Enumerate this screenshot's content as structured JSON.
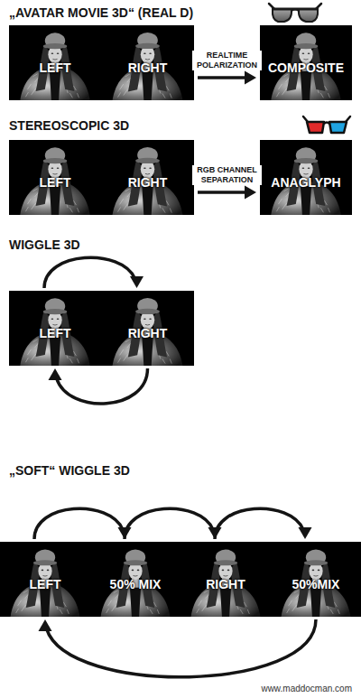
{
  "diagram": {
    "nodes": [
      {
        "text": [
          "LEFT"
        ]
      },
      {
        "text": [
          "RIGHT"
        ]
      },
      {
        "text": [
          "COMPOSITE"
        ]
      },
      {
        "text": [
          "LEFT"
        ]
      },
      {
        "text": [
          "RIGHT"
        ]
      },
      {
        "text": [
          "ANAGLYPH"
        ]
      },
      {
        "text": [
          "LEFT"
        ]
      },
      {
        "text": [
          "RIGHT"
        ]
      },
      {
        "text": [
          "LEFT"
        ]
      },
      {
        "text": [
          "50% MIX"
        ]
      },
      {
        "text": [
          "RIGHT"
        ]
      },
      {
        "text": [
          "50%MIX"
        ]
      }
    ],
    "edges": [
      {
        "from": 1,
        "to": 2,
        "arrow": "to",
        "label": "REALTIME POLARIZATION"
      },
      {
        "from": 4,
        "to": 5,
        "arrow": "to",
        "label": "RGB CHANNEL SEPARATION"
      },
      {
        "from": 6,
        "to": 7,
        "arrow": "to"
      },
      {
        "from": 7,
        "to": 6,
        "arrow": "to"
      },
      {
        "from": 8,
        "to": 9,
        "arrow": "to"
      },
      {
        "from": 9,
        "to": 10,
        "arrow": "to"
      },
      {
        "from": 10,
        "to": 11,
        "arrow": "to"
      },
      {
        "from": 11,
        "to": 8,
        "arrow": "to"
      }
    ],
    "labels": [
      "„AVATAR MOVIE 3D“ (REAL D)",
      "STEREOSCOPIC 3D",
      "WIGGLE 3D",
      "„SOFT“ WIGGLE 3D",
      "www.maddocman.com"
    ]
  }
}
